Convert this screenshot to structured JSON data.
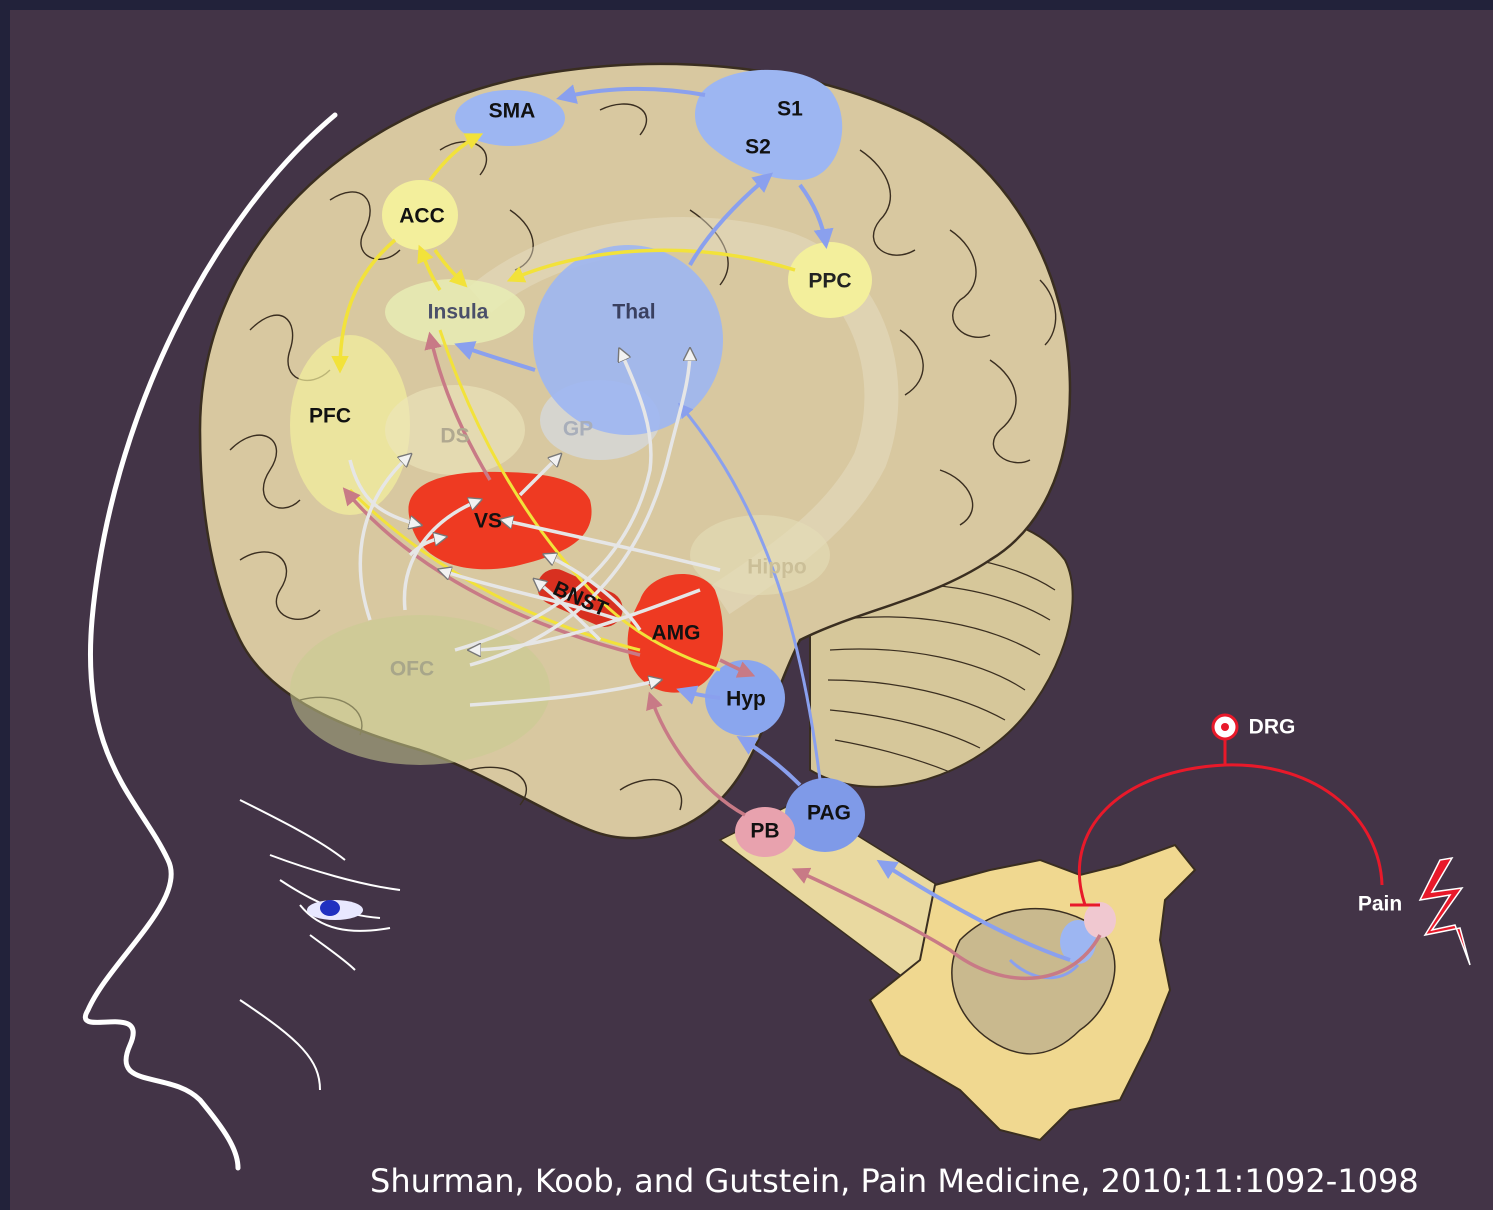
{
  "colors": {
    "frame": "#22223a",
    "background": "#433447",
    "brain": "#d8c8a0",
    "brain_outline": "#3a2e20",
    "blue_region": "#9db6f2",
    "yellow_region": "#f3ef9c",
    "red_region": "#ee3a22",
    "pink_region": "#e8a2ae",
    "green_region": "#c8cc90",
    "blue_arrow": "#8aa0ee",
    "yellow_arrow": "#f2e23a",
    "pink_arrow": "#c87a86",
    "gray_arrow": "#e6e6e6",
    "drg_red": "#e8192a"
  },
  "regions": {
    "sma": "SMA",
    "s1": "S1",
    "s2": "S2",
    "acc": "ACC",
    "ppc": "PPC",
    "insula": "Insula",
    "thal": "Thal",
    "pfc": "PFC",
    "ds": "DS",
    "gp": "GP",
    "vs": "VS",
    "hippo": "Hippo",
    "bnst": "BNST",
    "amg": "AMG",
    "ofc": "OFC",
    "hyp": "Hyp",
    "pag": "PAG",
    "pb": "PB",
    "drg": "DRG",
    "pain": "Pain"
  },
  "citation": "Shurman, Koob, and Gutstein, Pain Medicine, 2010;11:1092-1098",
  "icons": [
    "drg-ganglion-icon",
    "lightning-bolt-icon"
  ]
}
